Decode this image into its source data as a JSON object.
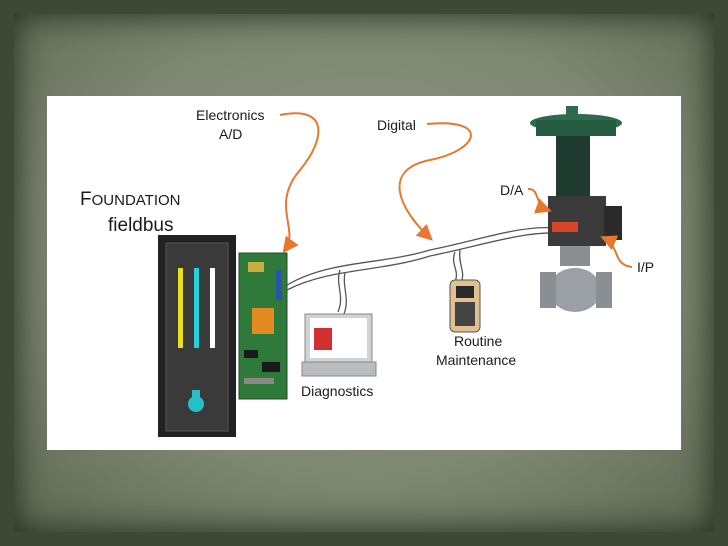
{
  "slide": {
    "title_line1_cap": "F",
    "title_line1_rest": "OUNDATION",
    "title_line2": "fieldbus"
  },
  "labels": {
    "electronics_line1": "Electronics",
    "electronics_line2": "A/D",
    "digital": "Digital",
    "da": "D/A",
    "ip": "I/P",
    "diagnostics": "Diagnostics",
    "routine_line1": "Routine",
    "routine_line2": "Maintenance"
  },
  "colors": {
    "arrow": "#e8772e",
    "cable": "#555555",
    "background": "#7d8771",
    "slide": "#ffffff"
  }
}
